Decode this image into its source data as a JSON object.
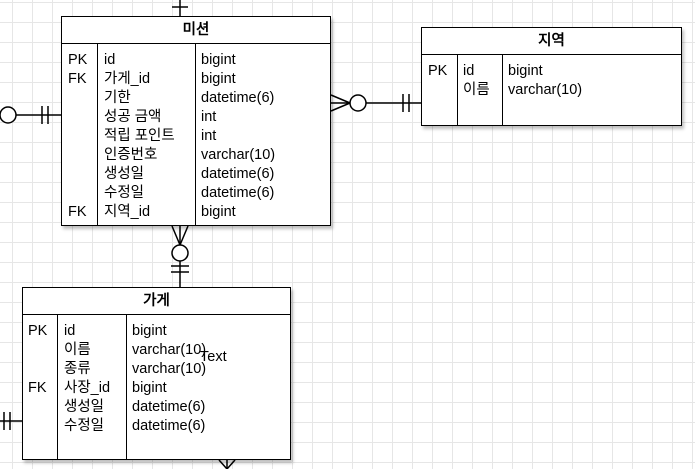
{
  "entities": {
    "mission": {
      "title": "미션",
      "keys": [
        "PK",
        "FK",
        "",
        "",
        "",
        "",
        "",
        "",
        "FK"
      ],
      "names": [
        "id",
        "가게_id",
        "기한",
        "성공 금액",
        "적립 포인트",
        "인증번호",
        "생성일",
        "수정일",
        "지역_id"
      ],
      "types": [
        "bigint",
        "bigint",
        "datetime(6)",
        "int",
        "int",
        "varchar(10)",
        "datetime(6)",
        "datetime(6)",
        "bigint"
      ]
    },
    "region": {
      "title": "지역",
      "keys": [
        "PK",
        ""
      ],
      "names": [
        "id",
        "이름"
      ],
      "types": [
        "bigint",
        "varchar(10)"
      ]
    },
    "store": {
      "title": "가게",
      "keys": [
        "PK",
        "",
        "",
        "FK",
        "",
        ""
      ],
      "names": [
        "id",
        "이름",
        "종류",
        "사장_id",
        "생성일",
        "수정일"
      ],
      "types": [
        "bigint",
        "varchar(10)",
        "varchar(10)",
        "bigint",
        "datetime(6)",
        "datetime(6)"
      ]
    }
  },
  "labels": {
    "floating_text": "Text"
  }
}
